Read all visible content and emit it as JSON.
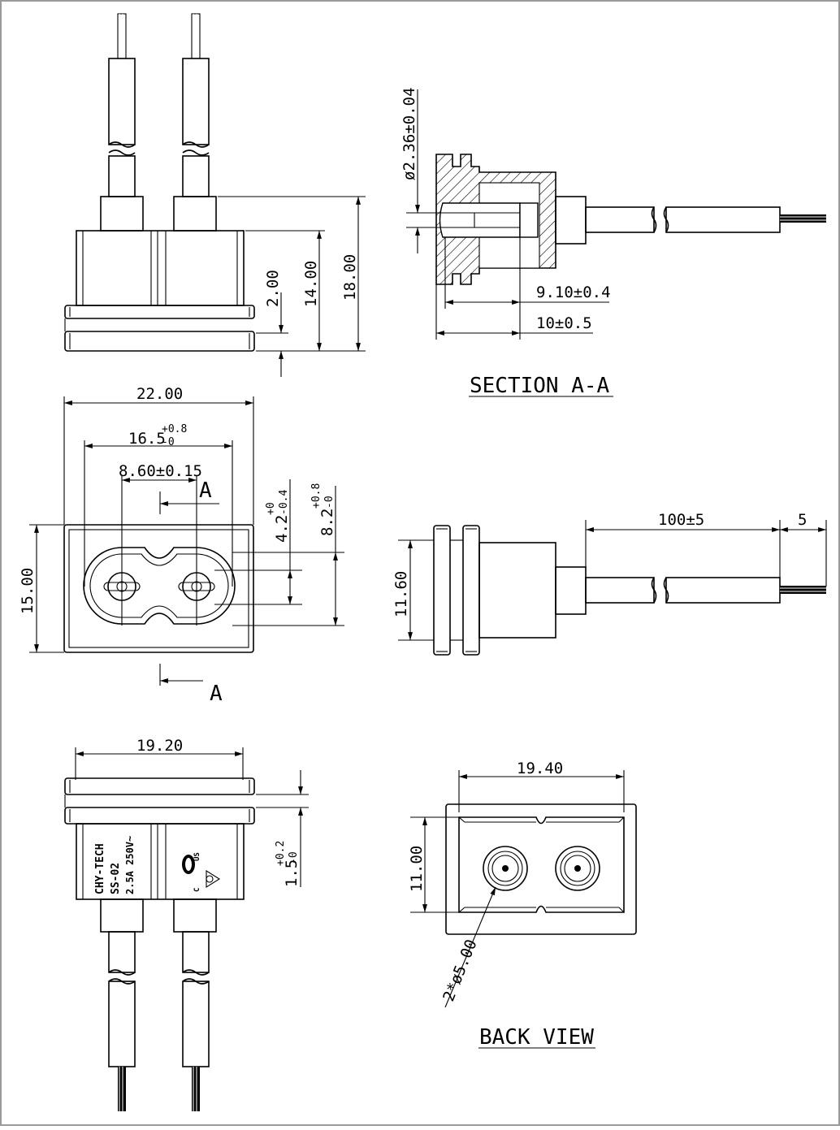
{
  "drawing": {
    "dims": {
      "top_h1": "2.00",
      "top_h2": "14.00",
      "top_h3": "18.00",
      "sec_dia": "ø2.36±0.04",
      "sec_d1": "9.10±0.4",
      "sec_d2": "10±0.5",
      "w22": "22.00",
      "w165": "16.5",
      "w165_up": "+0.8",
      "w165_lo": "-0",
      "w860": "8.60±0.15",
      "v42": "4.2",
      "v42_up": "+0",
      "v42_lo": "-0.4",
      "v82": "8.2",
      "v82_up": "+0.8",
      "v82_lo": "-0",
      "h15": "15.00",
      "h1160": "11.60",
      "len100": "100±5",
      "len5": "5",
      "w1920": "19.20",
      "v15": "1.5",
      "v15_up": "+0.2",
      "v15_lo": "-0",
      "w1940": "19.40",
      "h1100": "11.00",
      "dia500": "2*ø5.00"
    },
    "markers": {
      "cut_top": "A",
      "cut_bottom": "A"
    },
    "titles": {
      "section": "SECTION  A-A",
      "back": "BACK  VIEW"
    },
    "label": {
      "brand": "CHY-TECH",
      "model": "SS-02",
      "rating": "2.5A 250V~",
      "cert_c": "C",
      "cert_us": "US"
    }
  }
}
